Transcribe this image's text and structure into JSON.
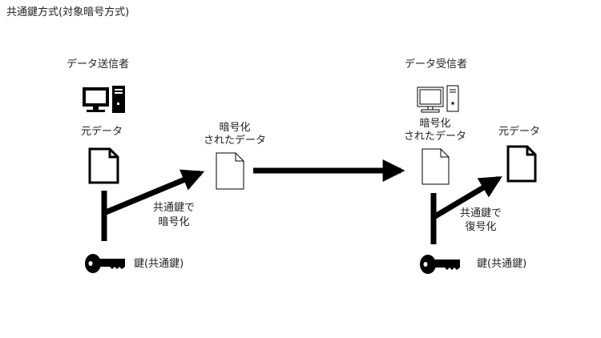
{
  "title": "共通鍵方式(対象暗号方式)",
  "sender": {
    "label": "データ送信者",
    "original_data": "元データ",
    "key_label": "鍵(共通鍵)",
    "action_line1": "共通鍵で",
    "action_line2": "暗号化"
  },
  "encrypted": {
    "line1": "暗号化",
    "line2": "されたデータ"
  },
  "receiver": {
    "label": "データ受信者",
    "encrypted_line1": "暗号化",
    "encrypted_line2": "されたデータ",
    "original_data": "元データ",
    "key_label": "鍵(共通鍵)",
    "action_line1": "共通鍵で",
    "action_line2": "復号化"
  }
}
